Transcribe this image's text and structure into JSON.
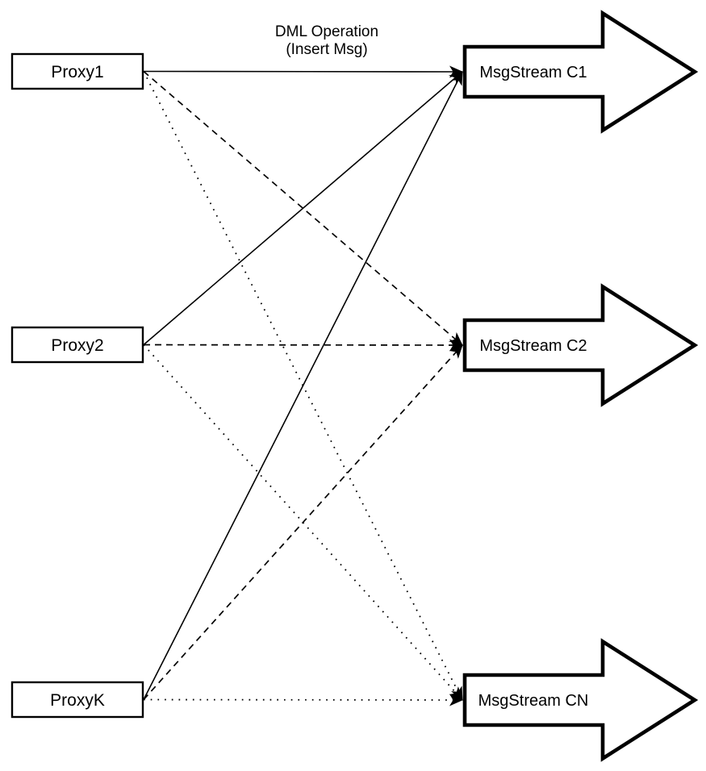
{
  "colors": {
    "ink": "#000000",
    "background": "#ffffff"
  },
  "annotation": {
    "line1": "DML Operation",
    "line2": "(Insert Msg)"
  },
  "proxies": [
    {
      "id": "proxy1",
      "label": "Proxy1"
    },
    {
      "id": "proxy2",
      "label": "Proxy2"
    },
    {
      "id": "proxyk",
      "label": "ProxyK"
    }
  ],
  "streams": [
    {
      "id": "c1",
      "label": "MsgStream C1"
    },
    {
      "id": "c2",
      "label": "MsgStream C2"
    },
    {
      "id": "cn",
      "label": "MsgStream CN"
    }
  ],
  "edges": [
    {
      "from": "proxy1",
      "to": "c1",
      "style": "solid"
    },
    {
      "from": "proxy1",
      "to": "c2",
      "style": "dashed"
    },
    {
      "from": "proxy1",
      "to": "cn",
      "style": "dotted"
    },
    {
      "from": "proxy2",
      "to": "c1",
      "style": "solid"
    },
    {
      "from": "proxy2",
      "to": "c2",
      "style": "dashed"
    },
    {
      "from": "proxy2",
      "to": "cn",
      "style": "dotted"
    },
    {
      "from": "proxyk",
      "to": "c1",
      "style": "solid"
    },
    {
      "from": "proxyk",
      "to": "c2",
      "style": "dashed"
    },
    {
      "from": "proxyk",
      "to": "cn",
      "style": "dotted"
    }
  ]
}
